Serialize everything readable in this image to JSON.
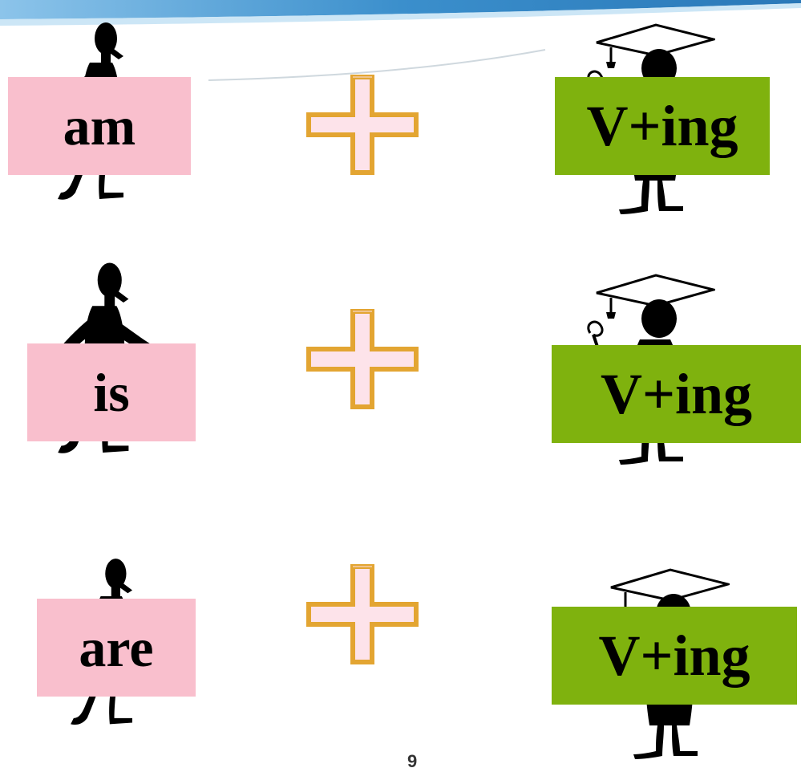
{
  "colors": {
    "pink_box": "#f9bfcd",
    "green_box": "#7fb20e",
    "plus_outline": "#e3a532",
    "plus_fill": "#fde3ea",
    "banner": "#2f86c6"
  },
  "rows": [
    {
      "left_label": "am",
      "right_label": "V+ing"
    },
    {
      "left_label": "is",
      "right_label": "V+ing"
    },
    {
      "left_label": "are",
      "right_label": "V+ing"
    }
  ],
  "icons": {
    "left": "walking-person-icon",
    "right": "graduate-icon",
    "operator": "plus-icon"
  },
  "page_number": "9"
}
